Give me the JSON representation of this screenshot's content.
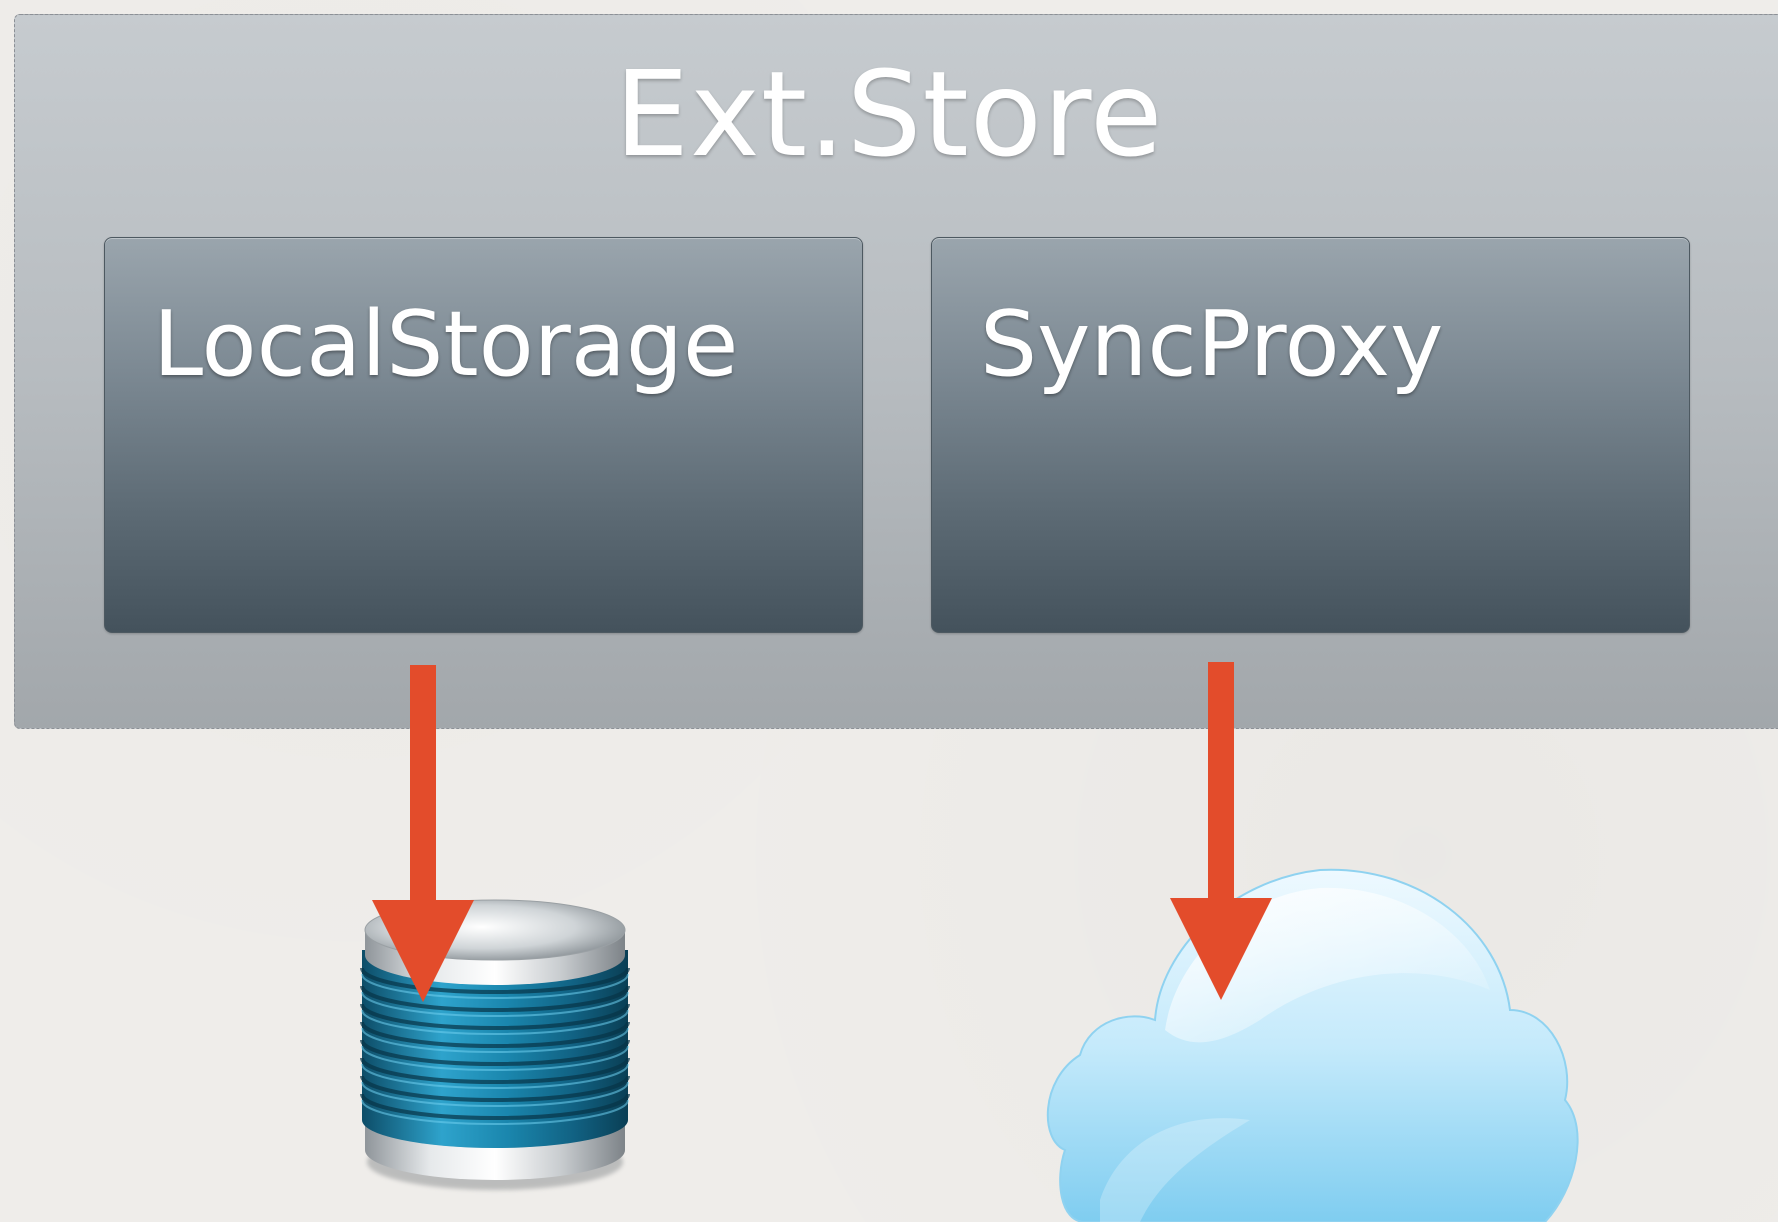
{
  "diagram": {
    "container": {
      "title": "Ext.Store"
    },
    "panels": [
      {
        "label": "LocalStorage"
      },
      {
        "label": "SyncProxy"
      }
    ],
    "icons": [
      {
        "name": "database-icon"
      },
      {
        "name": "cloud-icon"
      }
    ],
    "colors": {
      "arrow": "#e34c2b",
      "background": "#efedea",
      "container_fill": "#b7bcc0",
      "panel_top": "#9aa5ad",
      "panel_bottom": "#44525c",
      "cloud": "#c9ecfa",
      "database_band": "#1f7fa3"
    }
  }
}
